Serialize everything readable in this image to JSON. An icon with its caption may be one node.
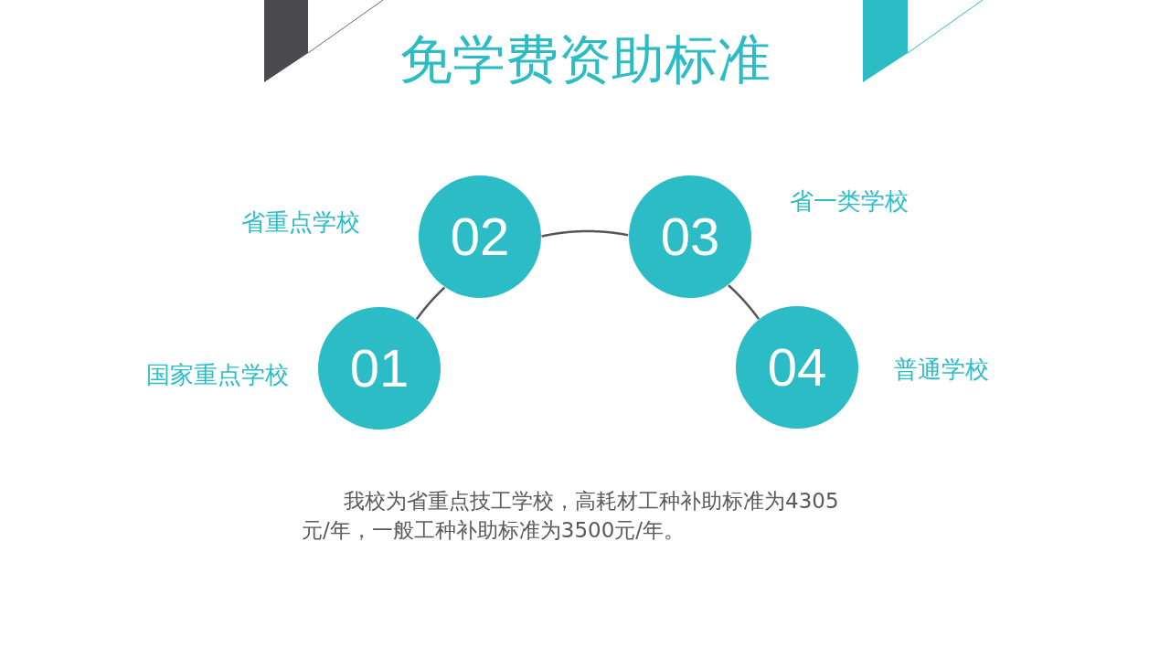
{
  "diagram": {
    "title": "免学费资助标准",
    "nodes": [
      {
        "text": [
          "01"
        ],
        "beside": [
          "国家重点学校"
        ]
      },
      {
        "text": [
          "02"
        ],
        "beside": [
          "省重点学校"
        ]
      },
      {
        "text": [
          "03"
        ],
        "beside": [
          "省一类学校"
        ]
      },
      {
        "text": [
          "04"
        ],
        "beside": [
          "普通学校"
        ]
      }
    ],
    "edges": [
      {
        "from": 0,
        "to": 1,
        "arrow": "none"
      },
      {
        "from": 1,
        "to": 2,
        "arrow": "none"
      },
      {
        "from": 2,
        "to": 3,
        "arrow": "none"
      }
    ],
    "labels": [
      "我校为省重点技工学校，高耗材工种补助标准为4305元/年，一般工种补助标准为3500元/年。"
    ]
  }
}
